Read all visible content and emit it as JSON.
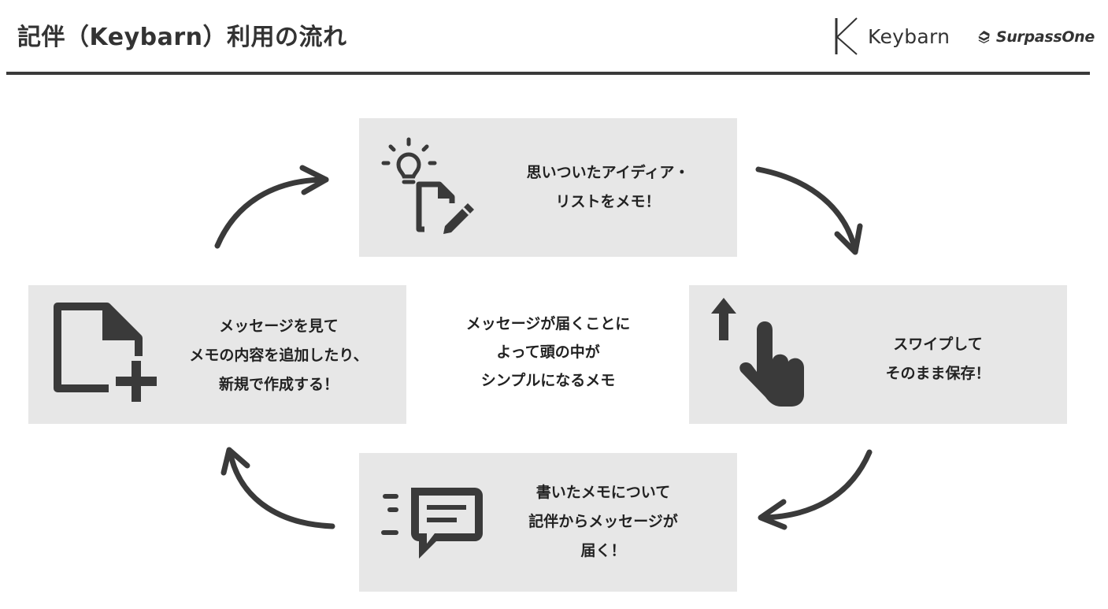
{
  "header": {
    "title": "記伴（Keybarn）利用の流れ",
    "logo_keybarn": "Keybarn",
    "logo_surpassone": "SurpassOne"
  },
  "steps": {
    "top": {
      "icon": "lightbulb-document-edit-icon",
      "lines": [
        "思いついたアイディア・",
        "リストをメモ！"
      ]
    },
    "right": {
      "icon": "swipe-up-hand-icon",
      "lines": [
        "スワイプして",
        "そのまま保存！"
      ]
    },
    "bottom": {
      "icon": "message-notification-icon",
      "lines": [
        "書いたメモについて",
        "記伴からメッセージが",
        "届く！"
      ]
    },
    "left": {
      "icon": "document-add-icon",
      "lines": [
        "メッセージを見て",
        "メモの内容を追加したり、",
        "新規で作成する！"
      ]
    }
  },
  "center": {
    "lines": [
      "メッセージが届くことに",
      "よって頭の中が",
      "シンプルになるメモ"
    ]
  },
  "colors": {
    "box_bg": "#e7e7e7",
    "icon": "#3a3a3a",
    "rule": "#3a3a3a",
    "text": "#222222"
  }
}
